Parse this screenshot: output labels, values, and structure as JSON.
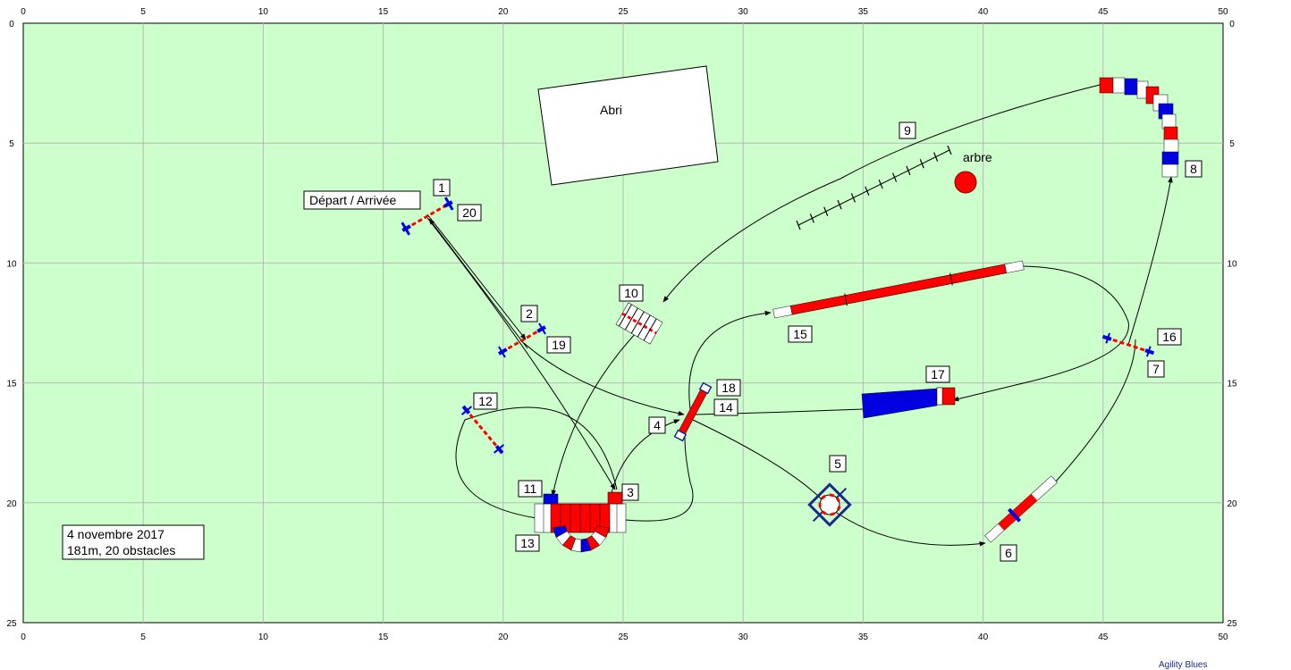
{
  "axes": {
    "x_ticks": [
      "0",
      "5",
      "10",
      "15",
      "20",
      "25",
      "30",
      "35",
      "40",
      "45",
      "50"
    ],
    "y_ticks": [
      "0",
      "5",
      "10",
      "15",
      "20",
      "25"
    ]
  },
  "labels": {
    "shelter": "Abri",
    "tree": "arbre",
    "start_finish": "Départ / Arrivée",
    "info_date": "4 novembre 2017",
    "info_summary": "181m, 20 obstacles",
    "credit": "Agility Blues"
  },
  "numbers": [
    "1",
    "2",
    "3",
    "4",
    "5",
    "6",
    "7",
    "8",
    "9",
    "10",
    "11",
    "12",
    "13",
    "14",
    "15",
    "16",
    "17",
    "18",
    "19",
    "20"
  ],
  "colors": {
    "field": "#ccffcc",
    "grid": "#b8b8b8",
    "red": "#ff0000",
    "blue": "#0000e0",
    "navy": "#1a2a8a"
  }
}
